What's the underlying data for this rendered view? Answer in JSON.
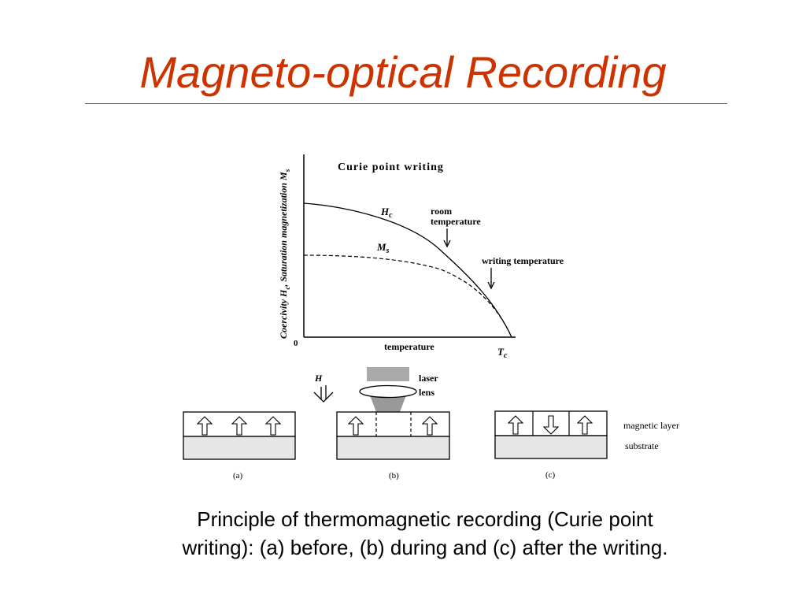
{
  "slide": {
    "title": "Magneto-optical Recording",
    "title_color": "#cc3300",
    "caption_line1": "Principle of thermomagnetic recording (Curie point",
    "caption_line2": "writing): (a) before, (b) during and (c) after the writing."
  },
  "chart": {
    "title": "Curie point writing",
    "ylabel_left": "Coercivity H",
    "ylabel_left_sub": "c",
    "ylabel_right": ",  Saturation magnetization M",
    "ylabel_right_sub": "s",
    "origin": "0",
    "xlabel": "temperature",
    "tc_label": "T",
    "tc_sub": "c",
    "hc_label": "H",
    "hc_sub": "c",
    "ms_label": "M",
    "ms_sub": "s",
    "room_temp_line1": "room",
    "room_temp_line2": "temperature",
    "writing_temp": "writing temperature"
  },
  "stages": {
    "field_label": "H",
    "laser_label": "laser",
    "lens_label": "lens",
    "magnetic_layer": "magnetic layer",
    "substrate": "substrate",
    "label_a": "(a)",
    "label_b": "(b)",
    "label_c": "(c)"
  }
}
